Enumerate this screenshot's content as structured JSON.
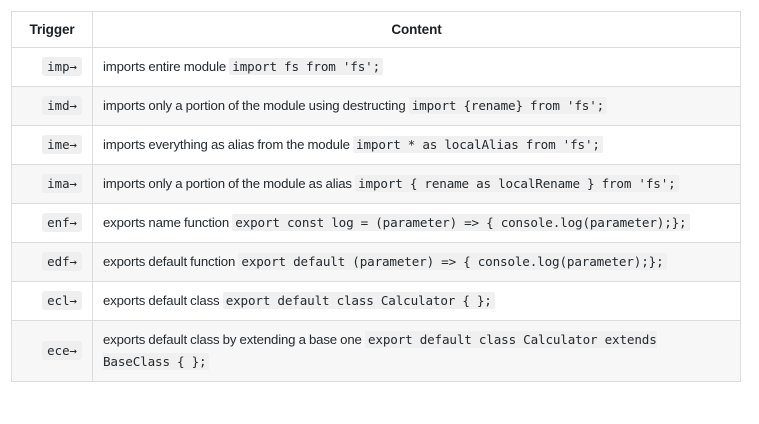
{
  "table": {
    "headers": {
      "trigger": "Trigger",
      "content": "Content"
    },
    "colors": {
      "border": "#dcdcdc",
      "stripe": "#f7f7f7",
      "code_background": "#f0f0f0",
      "text": "#24292e"
    },
    "rows": [
      {
        "trigger": "imp→",
        "description": "imports entire module",
        "code": "import fs from 'fs';"
      },
      {
        "trigger": "imd→",
        "description": "imports only a portion of the module using destructing",
        "code": "import {rename} from 'fs';"
      },
      {
        "trigger": "ime→",
        "description": "imports everything as alias from the module",
        "code": "import * as localAlias from 'fs';"
      },
      {
        "trigger": "ima→",
        "description": "imports only a portion of the module as alias",
        "code": "import { rename as localRename } from 'fs';"
      },
      {
        "trigger": "enf→",
        "description": "exports name function",
        "code": "export const log = (parameter) => { console.log(parameter);};"
      },
      {
        "trigger": "edf→",
        "description": "exports default function",
        "code": "export default (parameter) => { console.log(parameter);};"
      },
      {
        "trigger": "ecl→",
        "description": "exports default class",
        "code": "export default class Calculator { };"
      },
      {
        "trigger": "ece→",
        "description": "exports default class by extending a base one",
        "code": "export default class Calculator extends BaseClass { };"
      }
    ]
  }
}
